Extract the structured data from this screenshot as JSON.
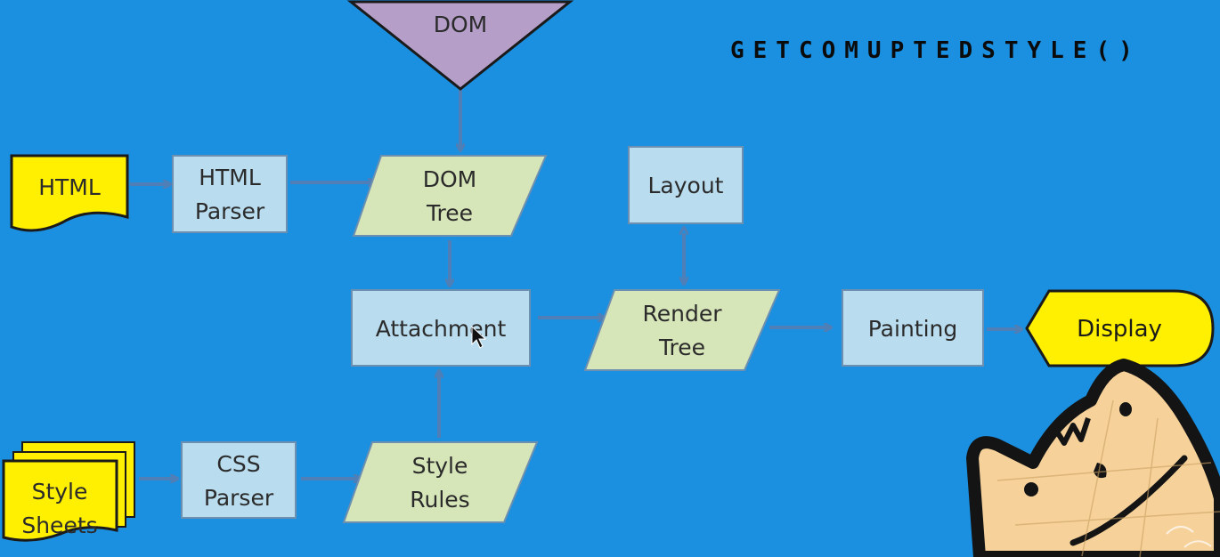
{
  "heading": "GETCOMUPTEDSTYLE()",
  "colors": {
    "background": "#1b8fe0",
    "process_box": "#b9dcee",
    "data_parallelogram": "#d7e6b9",
    "input_yellow": "#ffef00",
    "dom_triangle": "#b59fc9",
    "arrow": "#4f7fb6"
  },
  "nodes": {
    "dom": "DOM",
    "html": "HTML",
    "html_parser": [
      "HTML",
      "Parser"
    ],
    "dom_tree": [
      "DOM",
      "Tree"
    ],
    "layout": "Layout",
    "attachment": "Attachment",
    "render_tree": [
      "Render",
      "Tree"
    ],
    "painting": "Painting",
    "display": "Display",
    "style_sheets": [
      "Style",
      "Sheets"
    ],
    "css_parser": [
      "CSS",
      "Parser"
    ],
    "style_rules": [
      "Style",
      "Rules"
    ]
  },
  "decoration": "cat-illustration"
}
